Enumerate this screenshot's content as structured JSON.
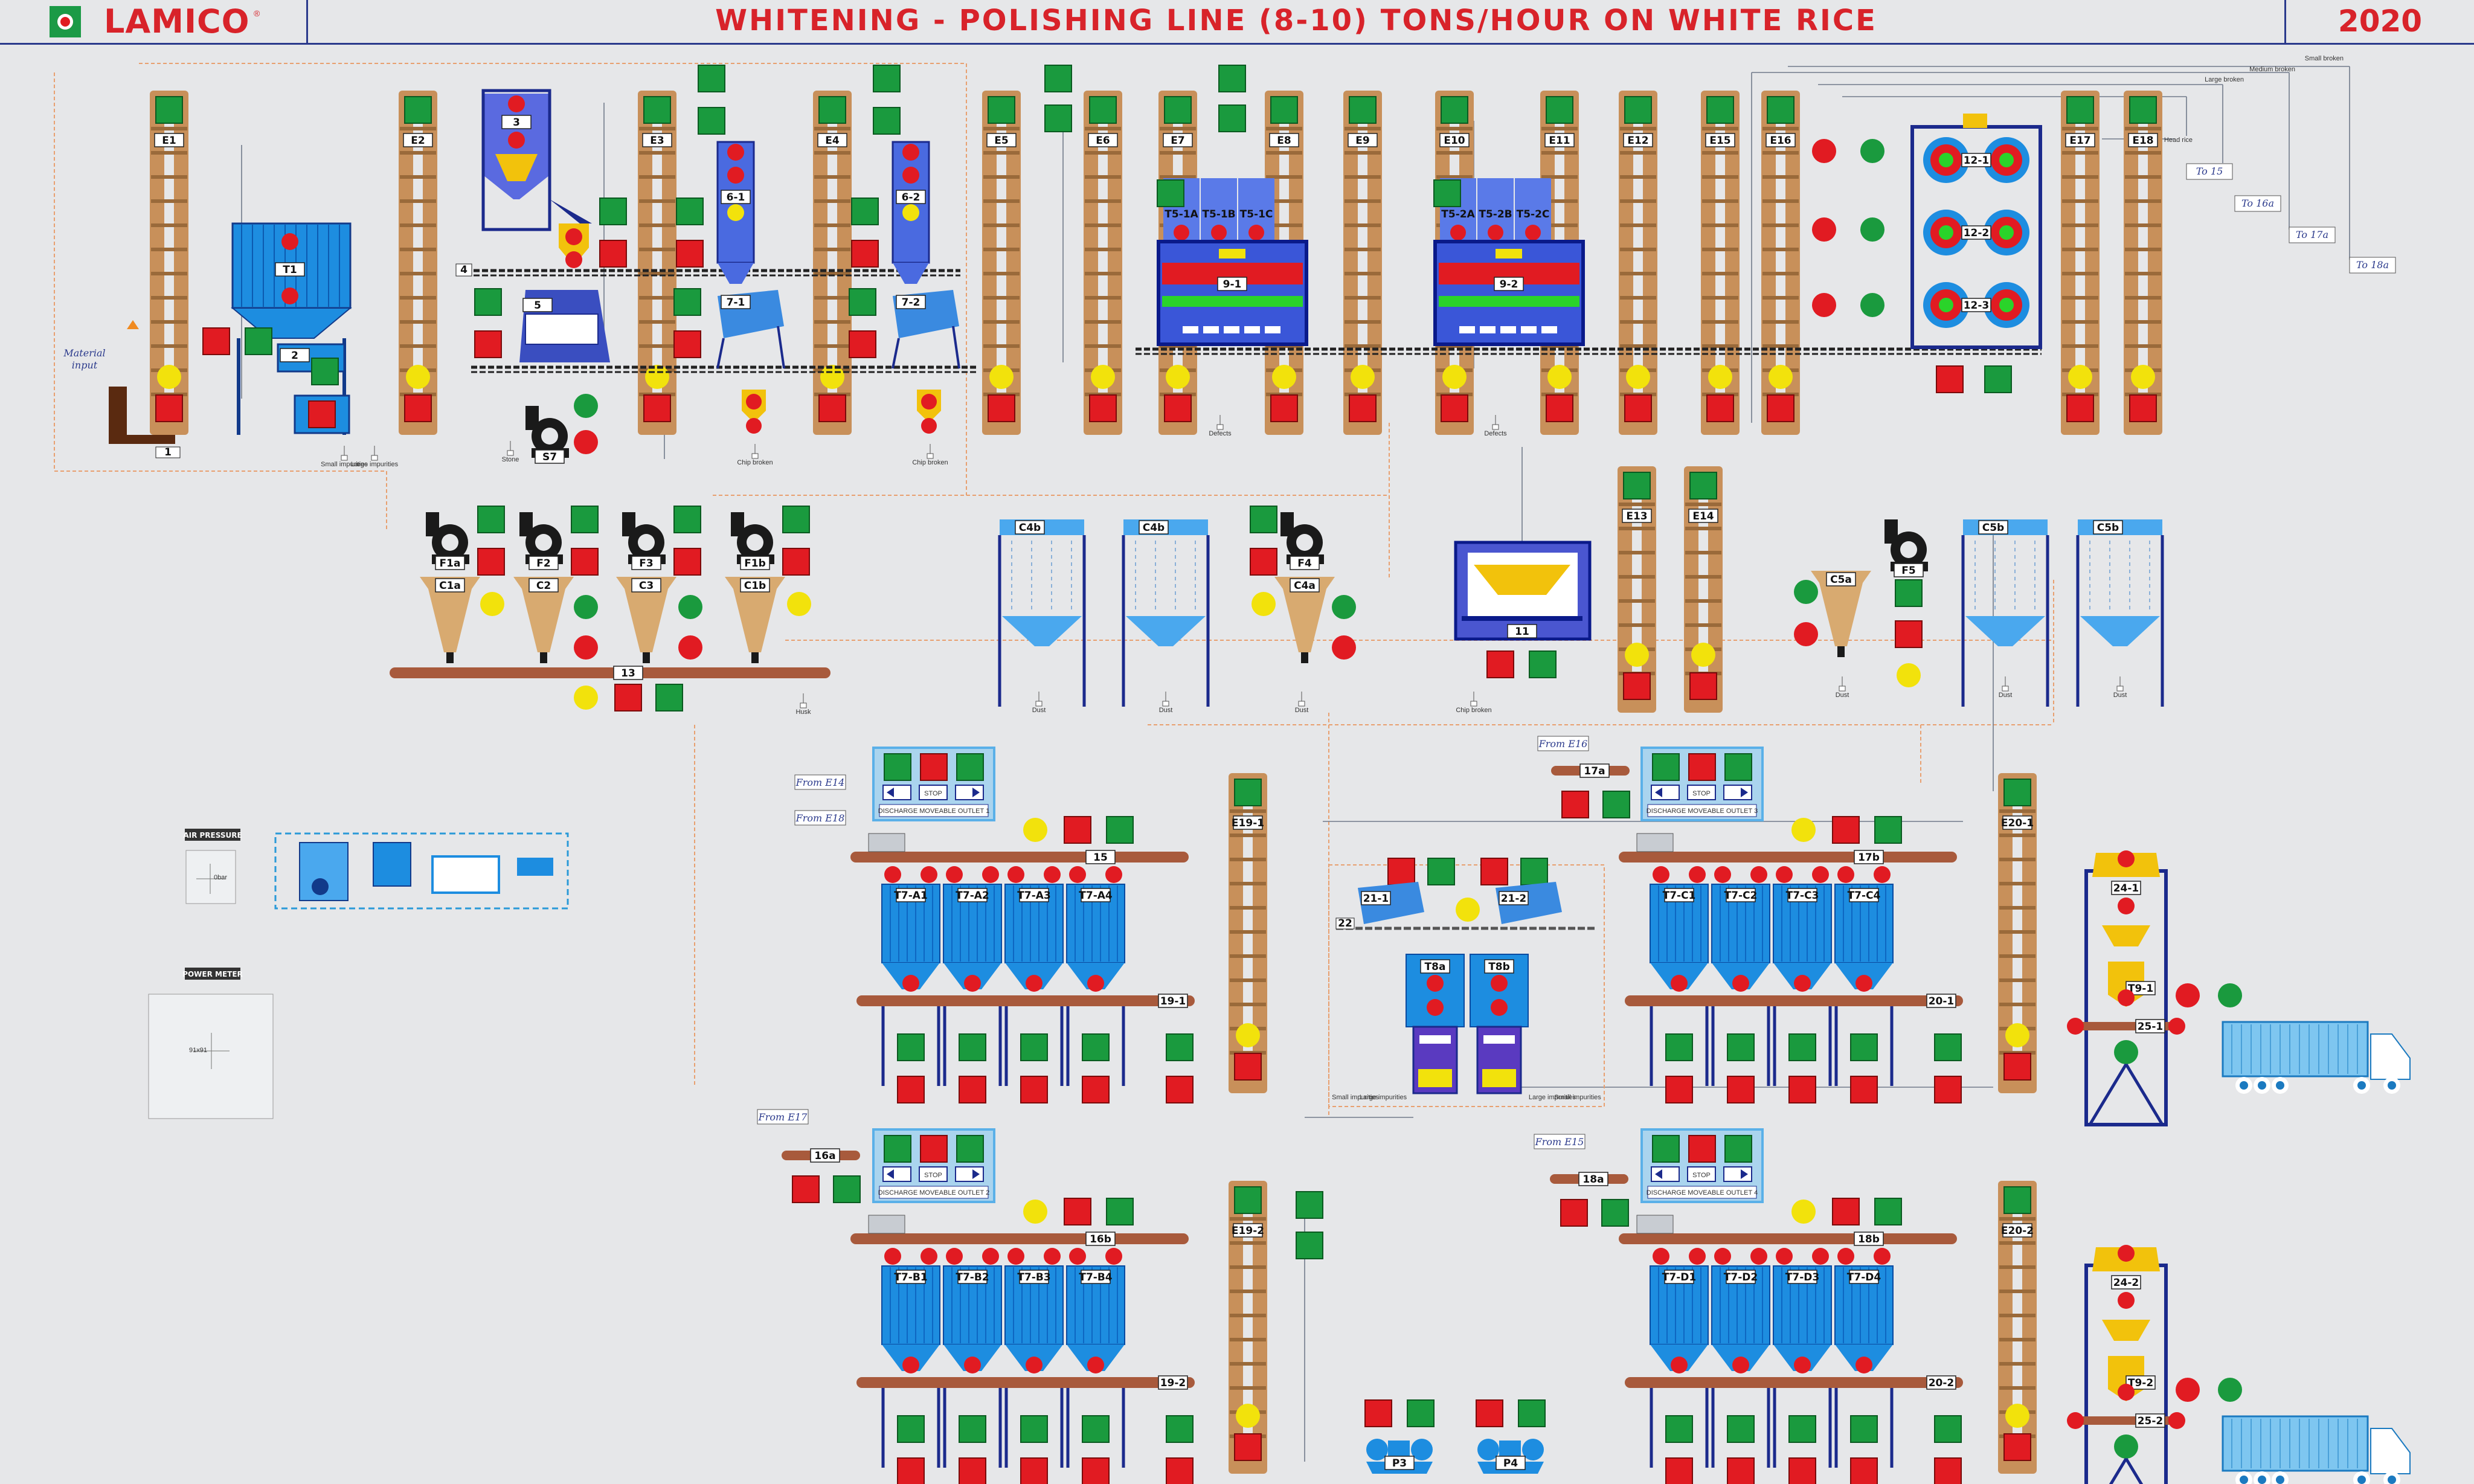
{
  "header": {
    "brand": "LAMICO",
    "brand_mark": "®",
    "title": "WHITENING - POLISHING LINE (8-10) TONS/HOUR ON WHITE RICE",
    "year": "2020"
  },
  "colors": {
    "elevator": "#c8905a",
    "run": "#1a9a3e",
    "stop": "#e11b22",
    "warn": "#f2e20c",
    "bin": "#1d8de0",
    "frame": "#1b2a8c",
    "conveyor": "#a85a3c"
  },
  "elevators_top": [
    "E1",
    "E2",
    "E3",
    "E4",
    "E5",
    "E6",
    "E7",
    "E8",
    "E9",
    "E10",
    "E11",
    "E12",
    "E15",
    "E16",
    "E17",
    "E18"
  ],
  "elevators_mid": [
    "E13",
    "E14"
  ],
  "elevators_bottom": [
    "E19-1",
    "E20-1",
    "E19-2",
    "E20-2"
  ],
  "machines": {
    "t1": "T1",
    "m2": "2",
    "m3": "3",
    "m4": "4",
    "m5": "5",
    "s7": "S7",
    "m6_1": "6-1",
    "m6_2": "6-2",
    "m7_1": "7-1",
    "m7_2": "7-2",
    "t5a": [
      "T5-1A",
      "T5-1B",
      "T5-1C"
    ],
    "t5b": [
      "T5-2A",
      "T5-2B",
      "T5-2C"
    ],
    "sort_1": "9-1",
    "sort_2": "9-2",
    "polishers": [
      "12-1",
      "12-2",
      "12-3"
    ],
    "m11": "11",
    "m1": "1",
    "conveyor_13": "13",
    "fans": [
      "F1a",
      "F2",
      "F3",
      "F1b",
      "F4",
      "F5"
    ],
    "cyclones": [
      "C1a",
      "C2",
      "C3",
      "C1b",
      "C4a",
      "C5a"
    ],
    "filters_c4b": [
      "C4b",
      "C4b"
    ],
    "filters_c5b": [
      "C5b",
      "C5b"
    ],
    "m21": [
      "21-1",
      "21-2"
    ],
    "m22": "22",
    "t8": [
      "T8a",
      "T8b"
    ],
    "m24": [
      "24-1",
      "24-2"
    ],
    "t9": [
      "T9-1",
      "T9-2"
    ],
    "m25": [
      "25-1",
      "25-2"
    ],
    "pumps": [
      "P3",
      "P4"
    ]
  },
  "material_input": "Material input",
  "outlets_right": [
    "To 15",
    "To 16a",
    "To 17a",
    "To 18a"
  ],
  "outlet_lines": [
    "Small broken",
    "Medium broken",
    "Large broken",
    "Head rice"
  ],
  "misc_notes": [
    "Small impurities",
    "Large impurities",
    "Stone",
    "Chip broken",
    "Chip broken",
    "Defects",
    "Defects",
    "Dust",
    "Dust",
    "Dust",
    "Chip broken",
    "Dust",
    "Dust",
    "Dust",
    "Husk"
  ],
  "bins": {
    "group1": {
      "conveyor": "15",
      "bins": [
        "T7-A1",
        "T7-A2",
        "T7-A3",
        "T7-A4"
      ],
      "lower_conveyor": "19-1",
      "panel": "DISCHARGE MOVEABLE OUTLET 1",
      "from": [
        "From E14",
        "From E18"
      ]
    },
    "group2": {
      "conveyor": "17b",
      "bins": [
        "T7-C1",
        "T7-C2",
        "T7-C3",
        "T7-C4"
      ],
      "lower_conveyor": "20-1",
      "panel": "DISCHARGE MOVEABLE OUTLET 3",
      "from": [
        "From E16"
      ],
      "feed": "17a"
    },
    "group3": {
      "conveyor": "16b",
      "bins": [
        "T7-B1",
        "T7-B2",
        "T7-B3",
        "T7-B4"
      ],
      "lower_conveyor": "19-2",
      "panel": "DISCHARGE MOVEABLE OUTLET 2",
      "from": [
        "From E17"
      ],
      "feed": "16a"
    },
    "group4": {
      "conveyor": "18b",
      "bins": [
        "T7-D1",
        "T7-D2",
        "T7-D3",
        "T7-D4"
      ],
      "lower_conveyor": "20-2",
      "panel": "DISCHARGE MOVEABLE OUTLET 4",
      "from": [
        "From E15"
      ],
      "feed": "18a"
    }
  },
  "panel_stop": "STOP",
  "gauges": {
    "air_pressure": {
      "title": "AIR PRESSURE",
      "value": "0bar"
    },
    "power_meter": {
      "title": "POWER METER",
      "value": "91x91"
    }
  },
  "packing_labels": [
    "Small impurities",
    "Large impurities",
    "Large impurities",
    "Small impurities"
  ]
}
